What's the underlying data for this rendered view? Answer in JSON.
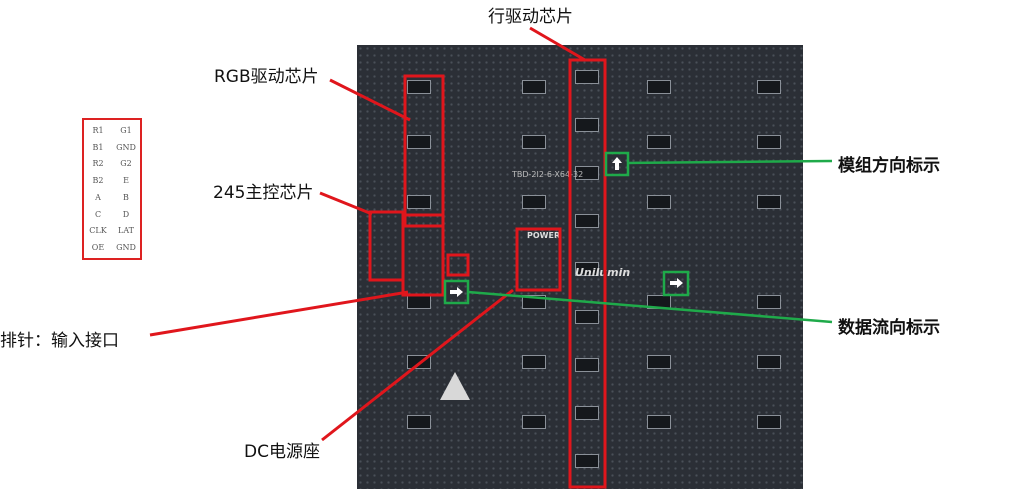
{
  "labels": {
    "row_driver": "行驱动芯片",
    "rgb_driver": "RGB驱动芯片",
    "main_chip": "245主控芯片",
    "input_header": "排针：输入接口",
    "dc_power": "DC电源座",
    "module_direction": "模组方向标示",
    "data_direction": "数据流向标示"
  },
  "pin_table": [
    [
      "R1",
      "G1"
    ],
    [
      "B1",
      "GND"
    ],
    [
      "R2",
      "G2"
    ],
    [
      "B2",
      "E"
    ],
    [
      "A",
      "B"
    ],
    [
      "C",
      "D"
    ],
    [
      "CLK",
      "LAT"
    ],
    [
      "OE",
      "GND"
    ]
  ],
  "board_text": {
    "power": "POWER",
    "brand": "Unilumin",
    "part": "TBD-2I2-6-X64-32"
  },
  "colors": {
    "annotation_red": "#e0161c",
    "annotation_green": "#1faa4a",
    "board": "#2b2f36"
  }
}
